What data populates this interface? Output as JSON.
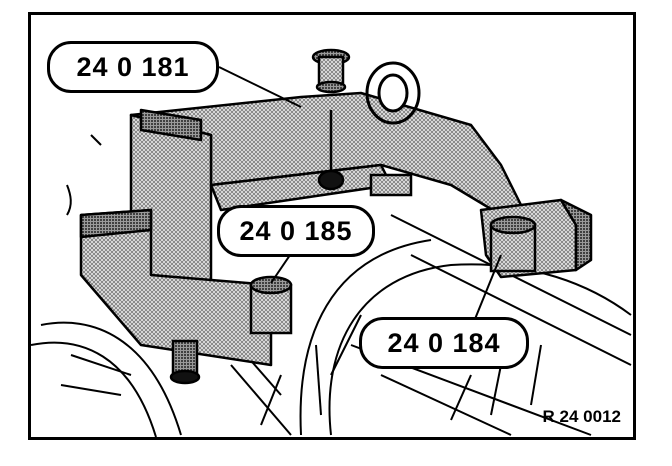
{
  "callouts": {
    "tool_181": "24 0 181",
    "tool_185": "24 0 185",
    "tool_184": "24 0 184"
  },
  "figure_reference": "R 24 0012",
  "colors": {
    "ink": "#000000",
    "paper": "#ffffff",
    "shade": "#9a9a9a"
  }
}
